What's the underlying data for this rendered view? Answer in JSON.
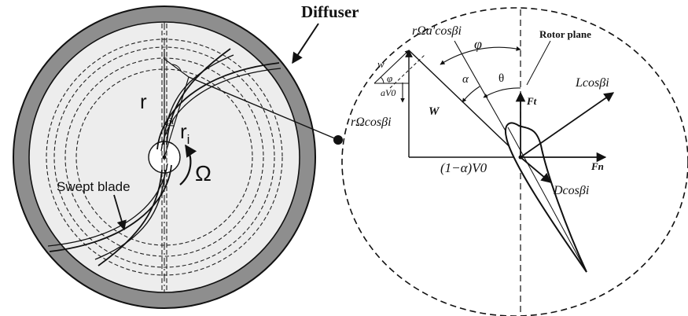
{
  "labels": {
    "diffuser": "Diffuser",
    "r": "r",
    "ri_base": "r",
    "ri_sub": "i",
    "beta_i": "βi",
    "omega": "Ω",
    "swept_blade": "Swept blade",
    "rotor_plane": "Rotor plane",
    "r_omega_a_cos_beta": "rΩa'cosβi",
    "phi_top": "φ",
    "phi_small": "φ",
    "w_small": "w",
    "a_v0": "aV0",
    "alpha": "α",
    "theta": "θ",
    "W": "W",
    "r_omega_cos_beta": "rΩcosβi",
    "one_minus_alpha_v0": "(1−α)V0",
    "F_t": "Ft",
    "F_n": "Fn",
    "L_cos_beta": "Lcosβi",
    "D_cos_beta": "Dcosβi"
  },
  "colors": {
    "ring": "#8e8e8e",
    "inner_fill": "#ededed",
    "line": "#111111"
  }
}
